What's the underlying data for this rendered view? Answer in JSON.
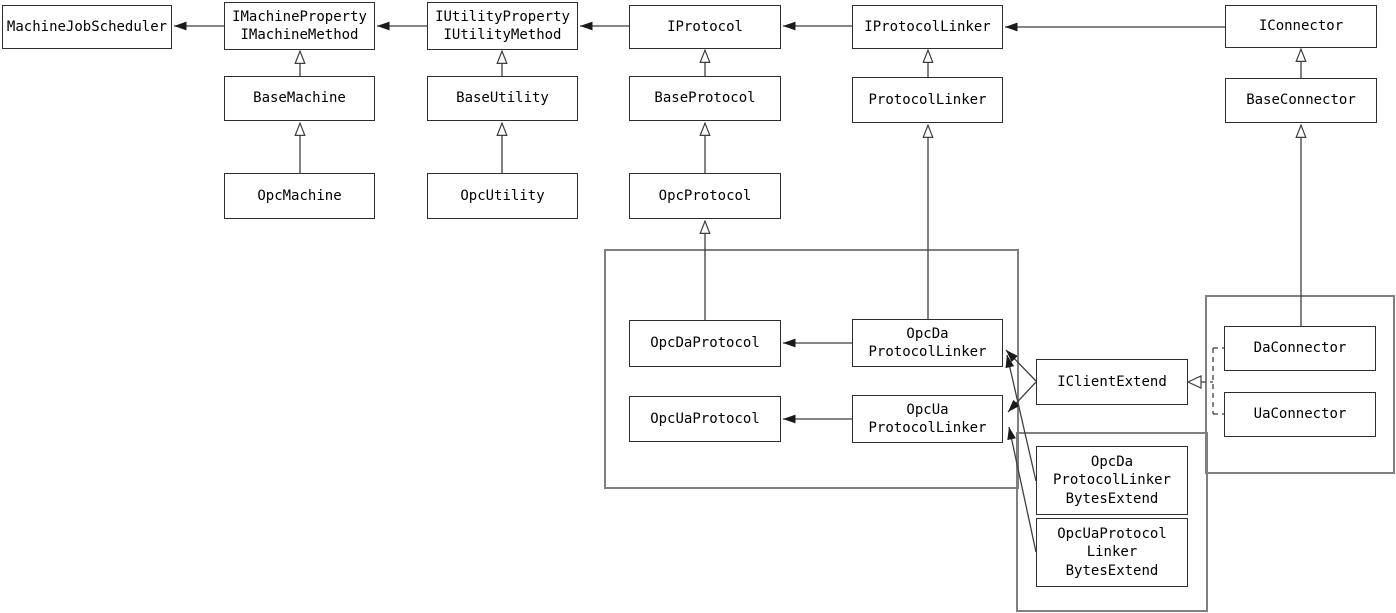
{
  "diagram": {
    "kind": "uml-class-diagram",
    "colors": {
      "background": "#ffffff",
      "node_border": "#2e2e2e",
      "container_border": "#808080",
      "edge": "#3f3f3f",
      "arrowhead_filled": "#1a1a1a",
      "text": "#000000"
    },
    "nodes": {
      "machine_job_scheduler": {
        "label": "MachineJobScheduler"
      },
      "i_machine": {
        "label": "IMachineProperty\nIMachineMethod"
      },
      "i_utility": {
        "label": "IUtilityProperty\nIUtilityMethod"
      },
      "i_protocol": {
        "label": "IProtocol"
      },
      "i_protocol_linker": {
        "label": "IProtocolLinker"
      },
      "i_connector": {
        "label": "IConnector"
      },
      "base_machine": {
        "label": "BaseMachine"
      },
      "base_utility": {
        "label": "BaseUtility"
      },
      "base_protocol": {
        "label": "BaseProtocol"
      },
      "protocol_linker": {
        "label": "ProtocolLinker"
      },
      "base_connector": {
        "label": "BaseConnector"
      },
      "opc_machine": {
        "label": "OpcMachine"
      },
      "opc_utility": {
        "label": "OpcUtility"
      },
      "opc_protocol": {
        "label": "OpcProtocol"
      },
      "opc_da_protocol": {
        "label": "OpcDaProtocol"
      },
      "opc_ua_protocol": {
        "label": "OpcUaProtocol"
      },
      "opc_da_protocol_linker": {
        "label": "OpcDa\nProtocolLinker"
      },
      "opc_ua_protocol_linker": {
        "label": "OpcUa\nProtocolLinker"
      },
      "i_client_extend": {
        "label": "IClientExtend"
      },
      "da_connector": {
        "label": "DaConnector"
      },
      "ua_connector": {
        "label": "UaConnector"
      },
      "opc_da_protocol_linker_bytes_extend": {
        "label": "OpcDa\nProtocolLinker\nBytesExtend"
      },
      "opc_ua_protocol_linker_bytes_extend": {
        "label": "OpcUaProtocol\nLinker\nBytesExtend"
      }
    },
    "relationships": [
      {
        "from": "IMachineProperty/IMachineMethod",
        "to": "MachineJobScheduler",
        "type": "arrow-filled"
      },
      {
        "from": "IUtilityProperty/IUtilityMethod",
        "to": "IMachineProperty/IMachineMethod",
        "type": "arrow-filled"
      },
      {
        "from": "IProtocol",
        "to": "IUtilityProperty/IUtilityMethod",
        "type": "arrow-filled"
      },
      {
        "from": "IProtocolLinker",
        "to": "IProtocol",
        "type": "arrow-filled"
      },
      {
        "from": "IConnector",
        "to": "IProtocolLinker",
        "type": "arrow-filled"
      },
      {
        "from": "BaseMachine",
        "to": "IMachineProperty/IMachineMethod",
        "type": "generalization"
      },
      {
        "from": "BaseUtility",
        "to": "IUtilityProperty/IUtilityMethod",
        "type": "generalization"
      },
      {
        "from": "BaseProtocol",
        "to": "IProtocol",
        "type": "generalization"
      },
      {
        "from": "ProtocolLinker",
        "to": "IProtocolLinker",
        "type": "generalization"
      },
      {
        "from": "BaseConnector",
        "to": "IConnector",
        "type": "generalization"
      },
      {
        "from": "OpcMachine",
        "to": "BaseMachine",
        "type": "generalization"
      },
      {
        "from": "OpcUtility",
        "to": "BaseUtility",
        "type": "generalization"
      },
      {
        "from": "OpcProtocol",
        "to": "BaseProtocol",
        "type": "generalization"
      },
      {
        "from": "OpcDaProtocol",
        "to": "OpcProtocol",
        "type": "generalization"
      },
      {
        "from": "OpcDaProtocolLinker",
        "to": "ProtocolLinker",
        "type": "generalization"
      },
      {
        "from": "OpcDaProtocolLinker",
        "to": "OpcDaProtocol",
        "type": "arrow-filled"
      },
      {
        "from": "OpcUaProtocolLinker",
        "to": "OpcUaProtocol",
        "type": "arrow-filled"
      },
      {
        "from": "DaConnector",
        "to": "BaseConnector",
        "type": "generalization"
      },
      {
        "from": "DaConnector",
        "to": "IClientExtend",
        "type": "realization-dashed"
      },
      {
        "from": "UaConnector",
        "to": "IClientExtend",
        "type": "realization-dashed"
      },
      {
        "from": "IClientExtend",
        "to": "OpcDaProtocolLinker",
        "type": "arrow-filled"
      },
      {
        "from": "IClientExtend",
        "to": "OpcUaProtocolLinker",
        "type": "arrow-filled"
      },
      {
        "from": "OpcDaProtocolLinkerBytesExtend",
        "to": "OpcDaProtocolLinker",
        "type": "arrow-filled"
      },
      {
        "from": "OpcUaProtocolLinkerBytesExtend",
        "to": "OpcUaProtocolLinker",
        "type": "arrow-filled"
      }
    ]
  }
}
